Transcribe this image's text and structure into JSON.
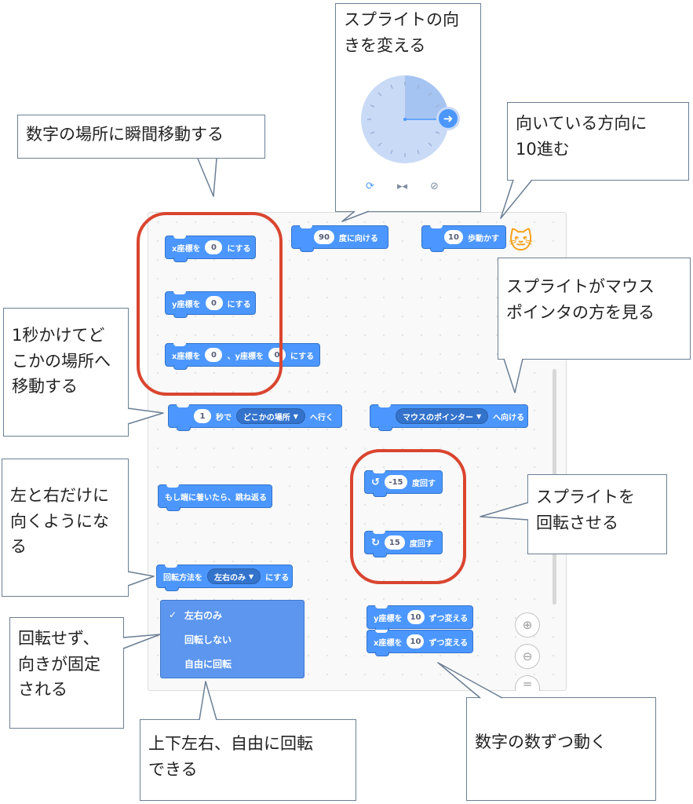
{
  "callouts": {
    "teleport": "数字の場所に瞬間移動する",
    "direction": "スプライトの向\nきを変える",
    "move_steps": "向いている方向に\n10進む",
    "point_mouse": "スプライトがマウス\nポインタの方を見る",
    "glide": "1秒かけてど\nこかの場所へ\n移動する",
    "left_right": "左と右だけに\n向くようにな\nる",
    "rotate": "スプライトを\n回転させる",
    "no_rotate": "回転せず、\n向きが固定\nされる",
    "free_rotate": "上下左右、自由に回転\nできる",
    "change_by": "数字の数ずつ動く"
  },
  "blocks": {
    "set_x": {
      "prefix": "x座標を",
      "value": "0",
      "suffix": "にする"
    },
    "set_y": {
      "prefix": "y座標を",
      "value": "0",
      "suffix": "にする"
    },
    "goto_xy": {
      "prefix": "x座標を",
      "x": "0",
      "mid": "、y座標を",
      "y": "0",
      "suffix": "にする"
    },
    "point_dir": {
      "value": "90",
      "suffix": "度に向ける"
    },
    "move": {
      "value": "10",
      "suffix": "歩動かす"
    },
    "glide": {
      "value": "1",
      "mid": "秒で",
      "target": "どこかの場所",
      "suffix": "へ行く"
    },
    "point_towards": {
      "target": "マウスのポインター",
      "suffix": "へ向ける"
    },
    "bounce": {
      "label": "もし端に着いたら、跳ね返る"
    },
    "turn_left": {
      "value": "-15",
      "suffix": "度回す"
    },
    "turn_right": {
      "value": "15",
      "suffix": "度回す"
    },
    "rotation_style": {
      "prefix": "回転方法を",
      "value": "左右のみ",
      "suffix": "にする"
    },
    "change_y": {
      "prefix": "y座標を",
      "value": "10",
      "suffix": "ずつ変える"
    },
    "change_x": {
      "prefix": "x座標を",
      "value": "10",
      "suffix": "ずつ変える"
    }
  },
  "rotation_menu": {
    "checked": "✓",
    "items": [
      "左右のみ",
      "回転しない",
      "自由に回転"
    ]
  },
  "colors": {
    "block": "#4c97ff",
    "ring": "#d9452f",
    "menu": "#5c96ee"
  },
  "icons": {
    "zoom_in": "zoom-in-icon",
    "zoom_out": "zoom-out-icon",
    "zoom_reset": "zoom-reset-icon"
  }
}
